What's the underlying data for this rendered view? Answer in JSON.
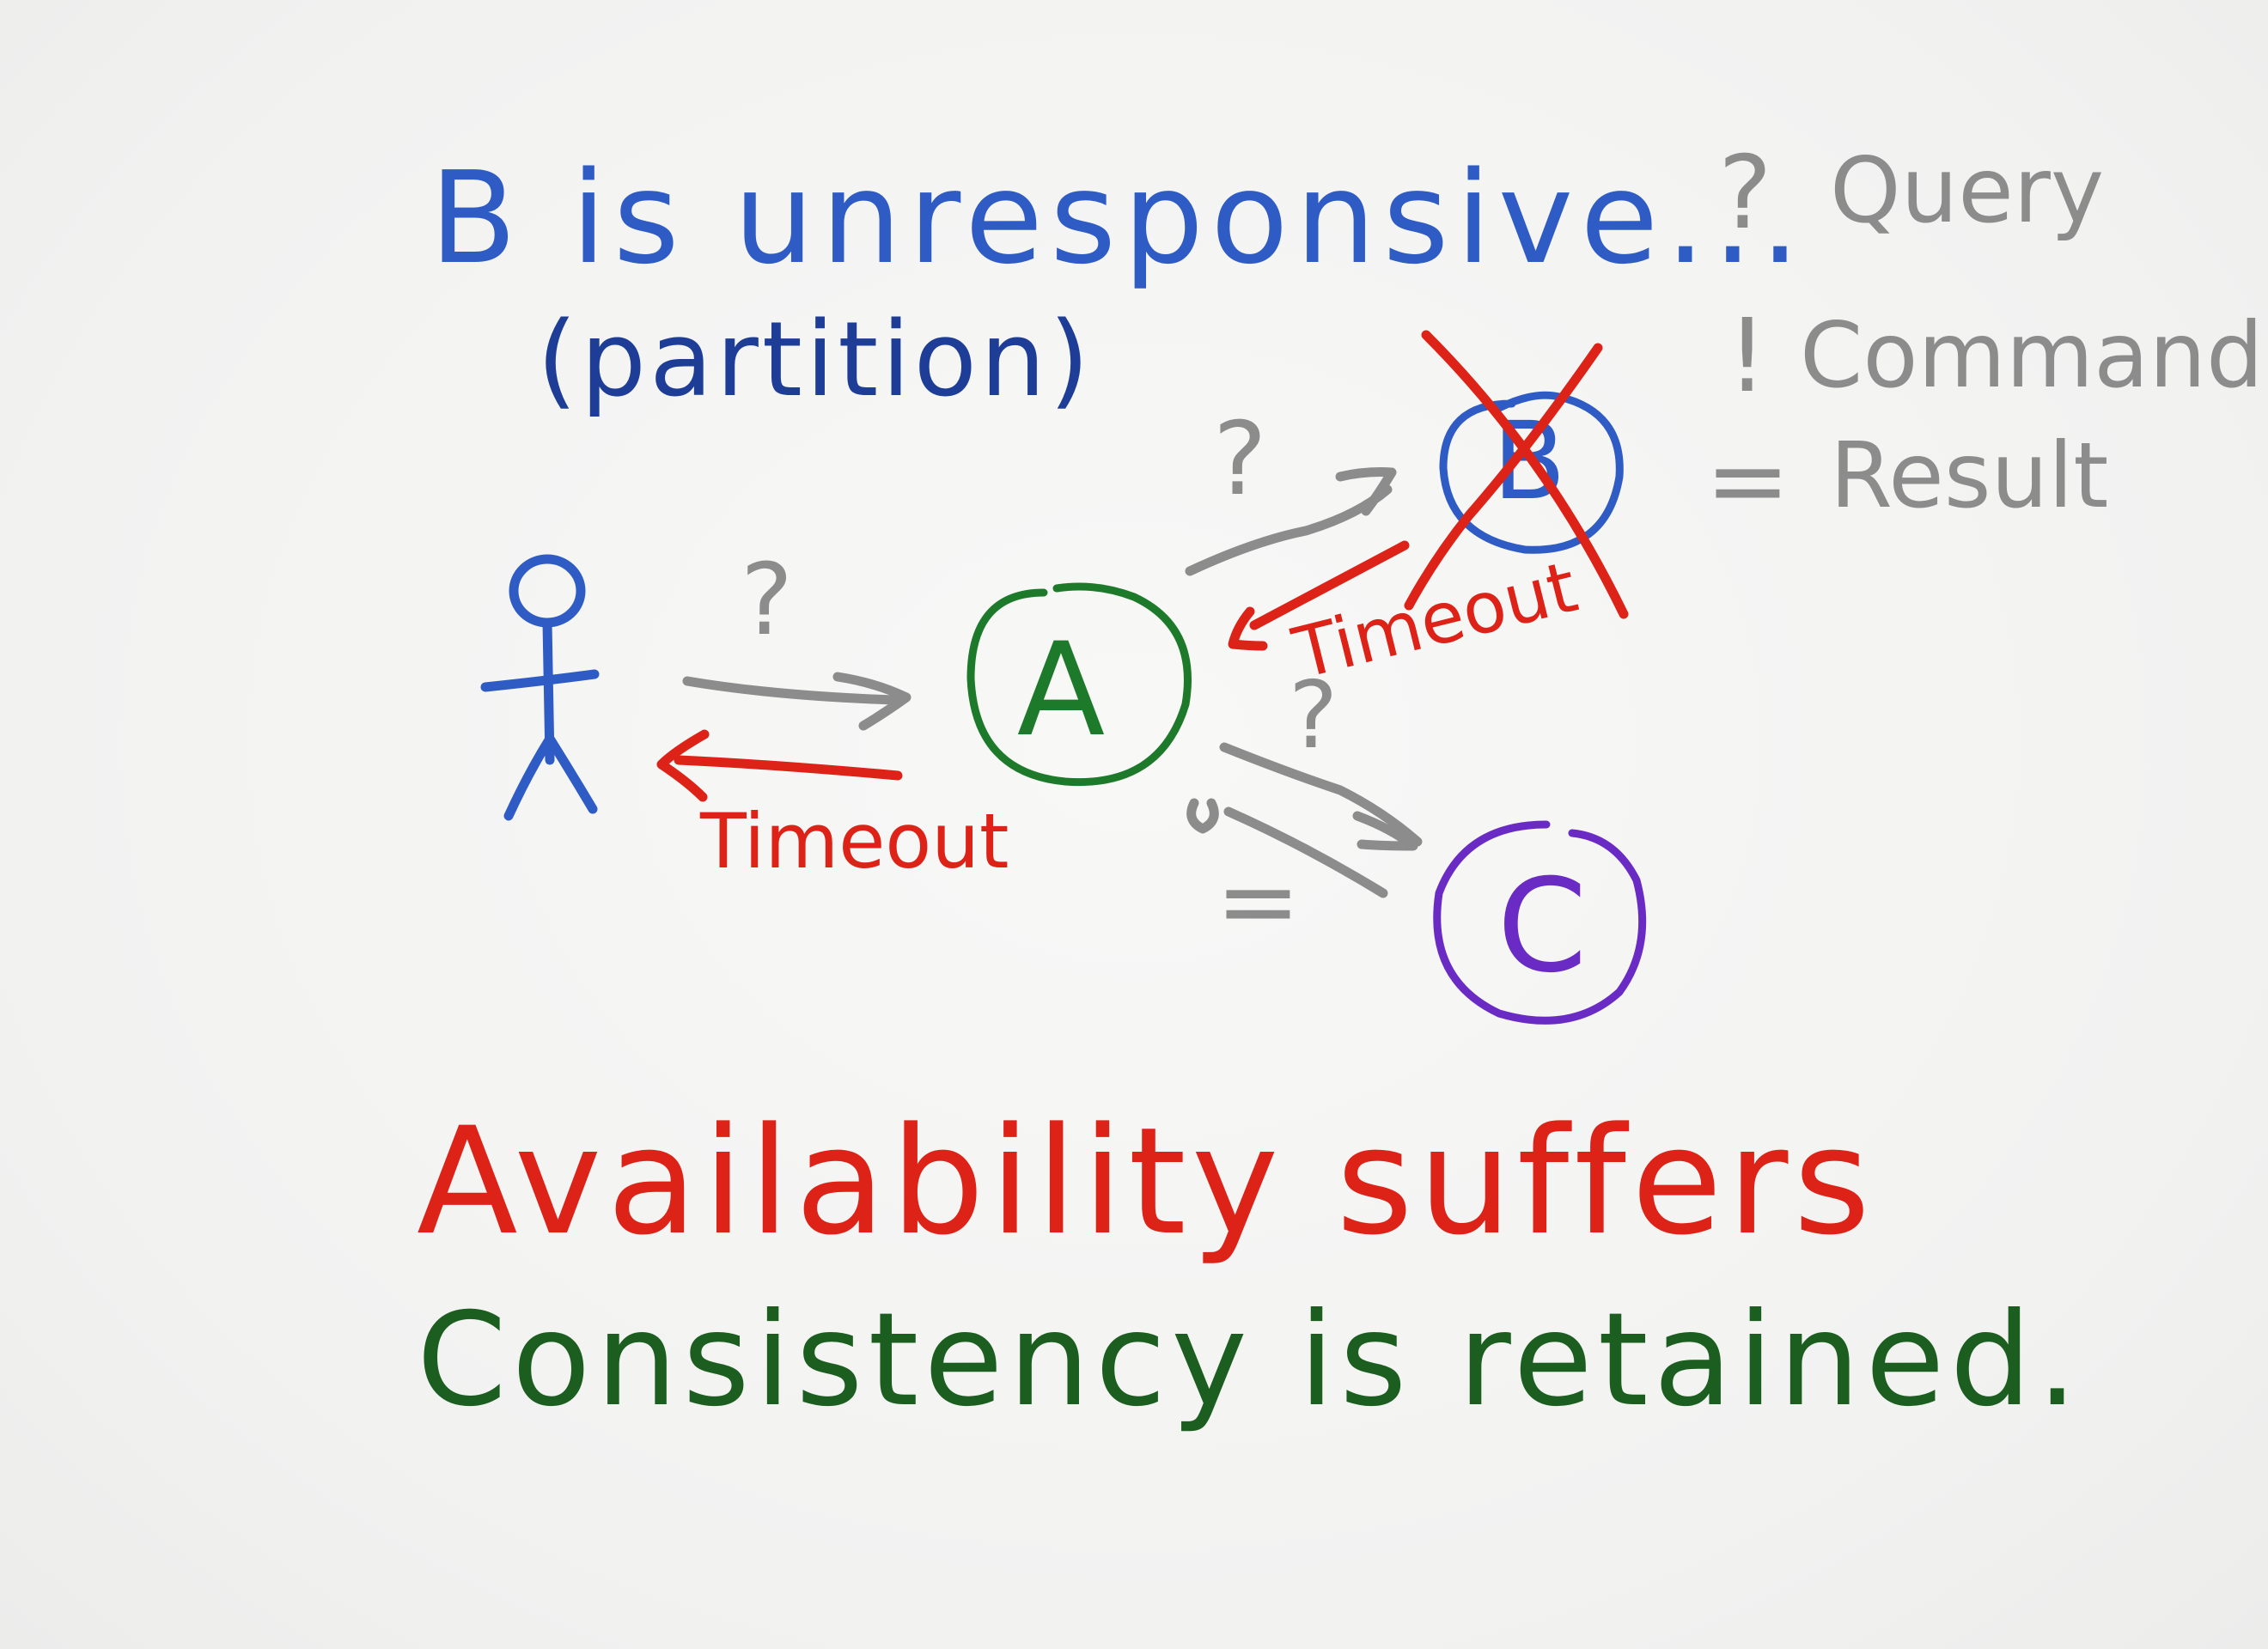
{
  "colors": {
    "blue": "#2f5cc4",
    "dark_blue": "#1e3d97",
    "gray": "#8c8c8c",
    "red": "#dd2218",
    "green": "#1d7a2a",
    "dark_green": "#1b5e20",
    "purple": "#6a2bc4"
  },
  "title": {
    "line1": "B is unresponsive...",
    "line2": "(partition)"
  },
  "legend": {
    "query_symbol": "?",
    "query_label": "Query",
    "command_symbol": "!",
    "command_label": "Command",
    "result_symbol": "=",
    "result_label": "Result"
  },
  "nodes": {
    "a": "A",
    "b": "B",
    "c": "C"
  },
  "arrows": {
    "user_to_a_symbol": "?",
    "a_to_user_label": "Timeout",
    "a_to_b_symbol": "?",
    "b_to_a_label": "Timeout",
    "a_to_c_symbol": "?",
    "c_to_a_symbol": "="
  },
  "icons": {
    "actor": "stick-figure-icon",
    "failure": "cross-icon"
  },
  "conclusion": {
    "line1": "Availability suffers",
    "line2": "Consistency is retained."
  }
}
